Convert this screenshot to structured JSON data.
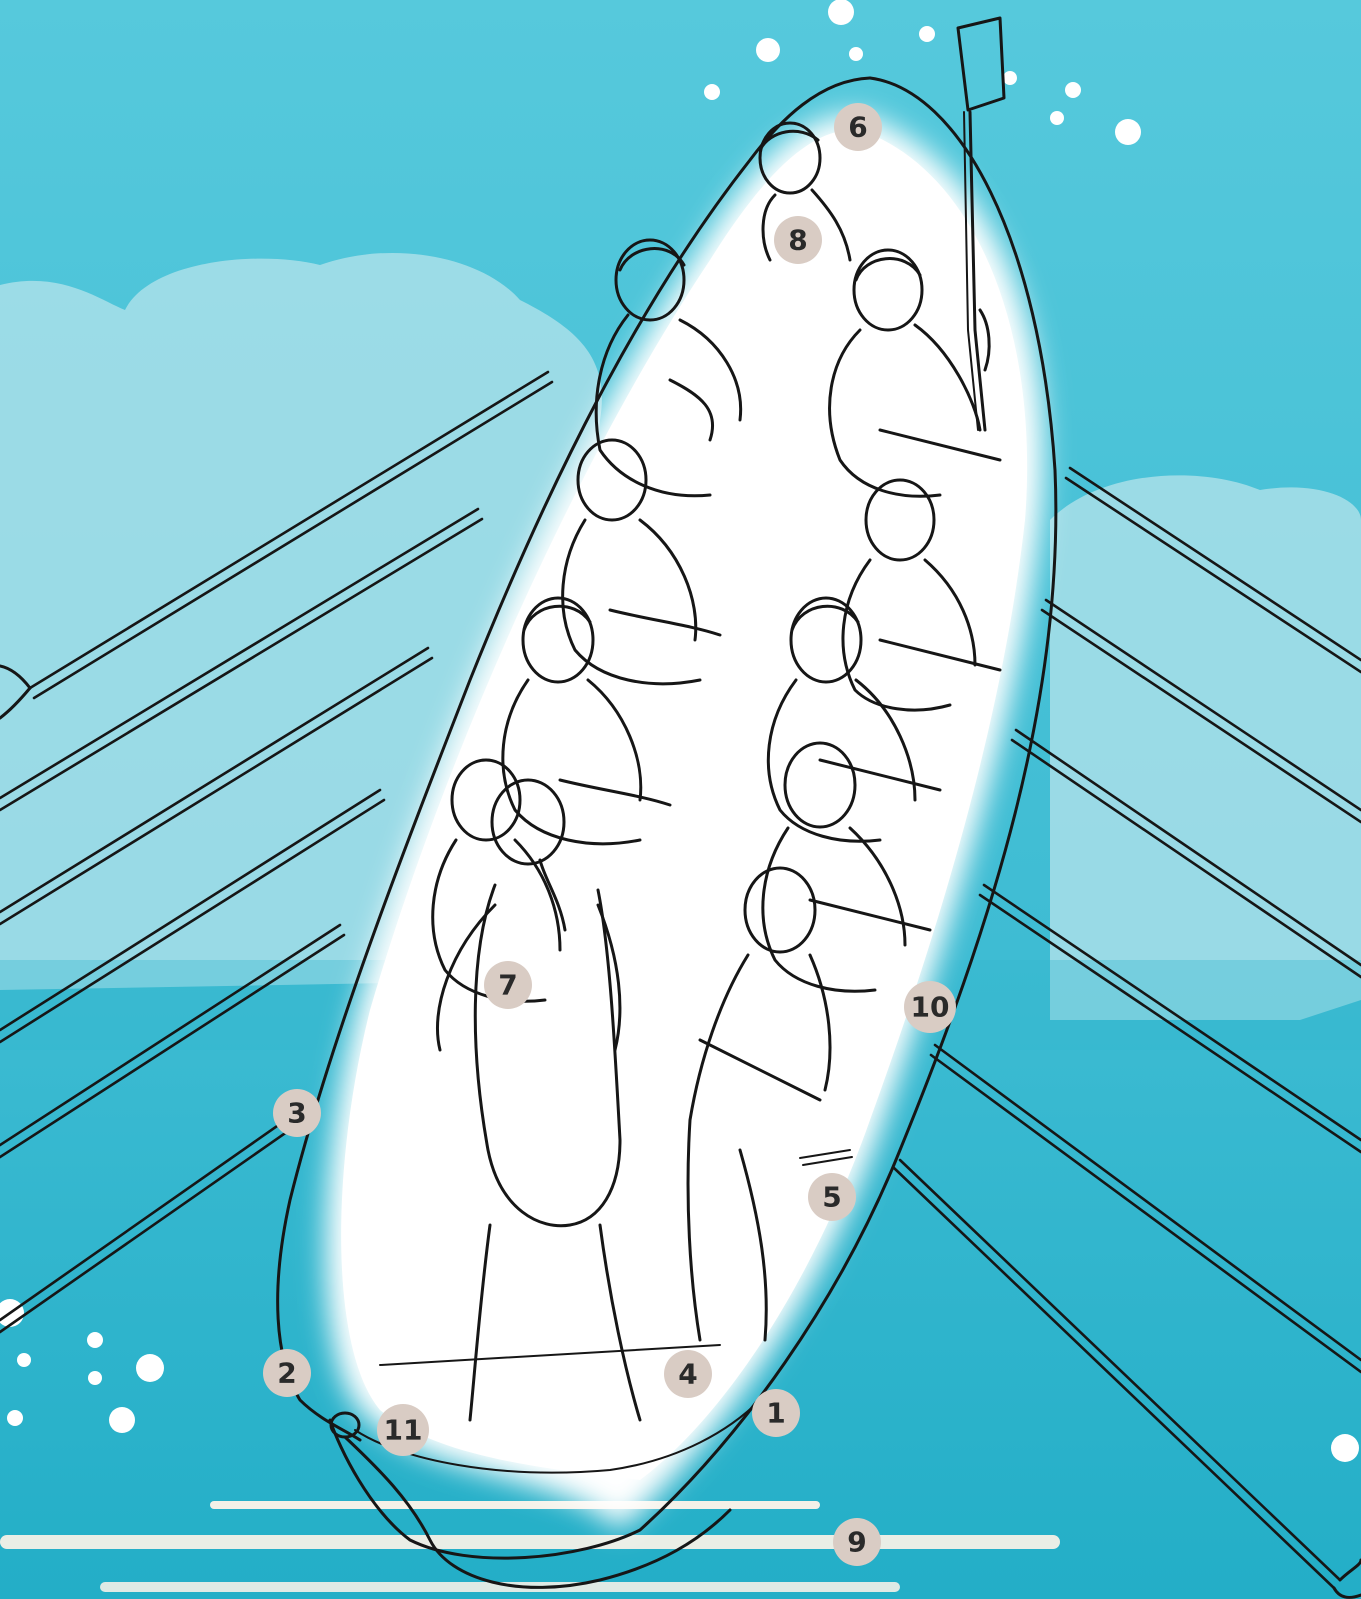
{
  "colors": {
    "sea_top": "#52c7da",
    "sea_bottom": "#25afc8",
    "cloud": "#a9dfe9",
    "glow": "#ffffff",
    "ink": "#161616",
    "badge_fill": "#d9ccc4",
    "badge_text": "#2a2a2a"
  },
  "icons": {
    "boat": "rowing-boat-outline",
    "rowers": "rower-figure-outline",
    "badge": "numbered-callout-circle"
  },
  "callouts": [
    {
      "id": "c1",
      "label": "1"
    },
    {
      "id": "c2",
      "label": "2"
    },
    {
      "id": "c3",
      "label": "3"
    },
    {
      "id": "c4",
      "label": "4"
    },
    {
      "id": "c5",
      "label": "5"
    },
    {
      "id": "c6",
      "label": "6"
    },
    {
      "id": "c7",
      "label": "7"
    },
    {
      "id": "c8",
      "label": "8"
    },
    {
      "id": "c9",
      "label": "9"
    },
    {
      "id": "c10",
      "label": "10"
    },
    {
      "id": "c11",
      "label": "11"
    }
  ]
}
